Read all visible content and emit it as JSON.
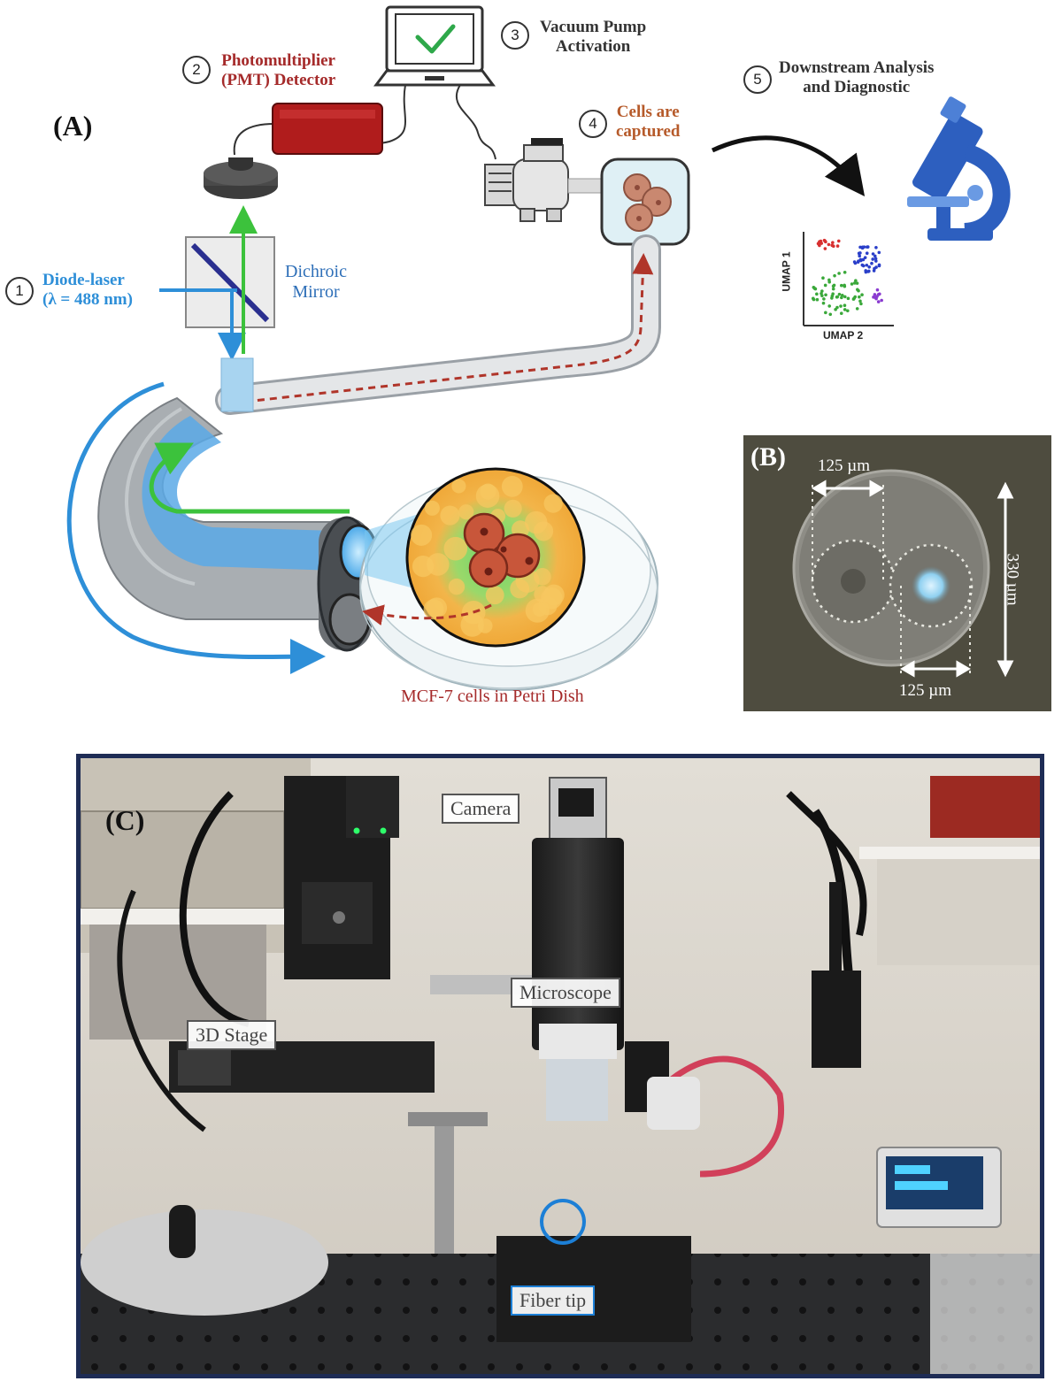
{
  "panelA": {
    "label": "(A)",
    "steps": [
      {
        "num": "1",
        "lines": [
          "Diode-laser",
          "(λ = 488 nm)"
        ]
      },
      {
        "num": "2",
        "lines": [
          "Photomultiplier",
          "(PMT) Detector"
        ]
      },
      {
        "num": "3",
        "lines": [
          "Vacuum Pump",
          "Activation"
        ]
      },
      {
        "num": "4",
        "lines": [
          "Cells are",
          "captured"
        ]
      },
      {
        "num": "5",
        "lines": [
          "Downstream Analysis",
          "and Diagnostic"
        ]
      }
    ],
    "dichroic": [
      "Dichroic",
      "Mirror"
    ],
    "petri_caption": "MCF-7 cells in Petri Dish",
    "umap": {
      "ylabel": "UMAP 1",
      "xlabel": "UMAP 2"
    }
  },
  "panelB": {
    "label": "(B)",
    "dim_top": "125 µm",
    "dim_bottom": "125 µm",
    "dim_side": "330 µm"
  },
  "panelC": {
    "label": "(C)",
    "tags": {
      "camera": "Camera",
      "microscope": "Microscope",
      "stage": "3D Stage",
      "fiber": "Fiber tip"
    }
  },
  "colors": {
    "laser_blue": "#2e8fd8",
    "emission_green": "#3cc23c",
    "pmt_red": "#b01c1c",
    "capture_dash": "#b0352a",
    "label_red": "#a52a2a",
    "label_blue": "#2e6fb8",
    "frame_navy": "#1e2c55"
  }
}
